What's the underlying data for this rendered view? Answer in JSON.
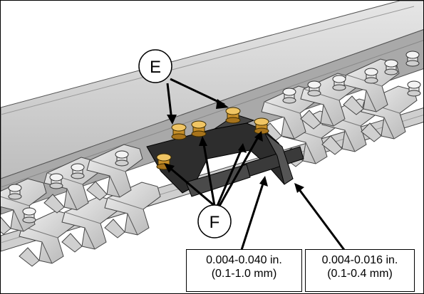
{
  "callouts": {
    "top": "E",
    "bottom": "F"
  },
  "specs": {
    "left": {
      "inches": "0.004-0.040 in.",
      "mm": "(0.1-1.0 mm)"
    },
    "right": {
      "inches": "0.004-0.016 in.",
      "mm": "(0.1-0.4 mm)"
    }
  },
  "colors": {
    "bolt": "#d9a53a",
    "dark_part": "#2d2d2d",
    "steel": "#dcdcdc"
  }
}
